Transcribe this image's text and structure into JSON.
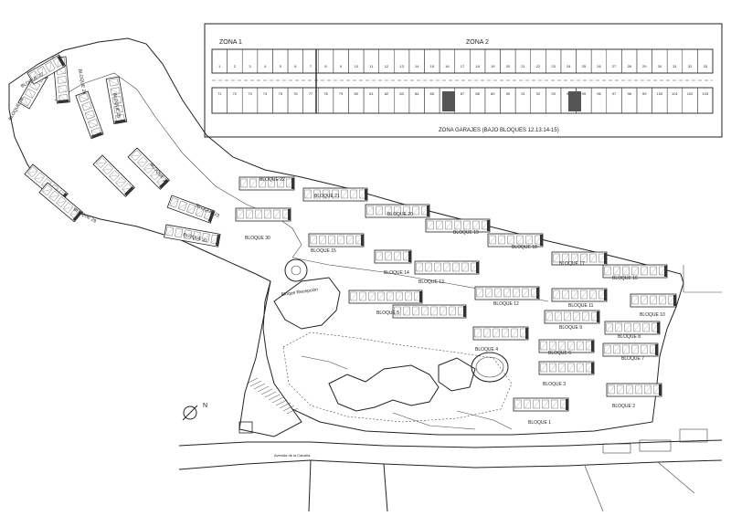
{
  "garage_plan": {
    "zone1": "ZONA 1",
    "zone2": "ZONA 2",
    "caption": "ZONA GARAJES (BAJO BLOQUES 12.13.14-15)",
    "top_numbers": [
      "1",
      "2",
      "3",
      "4",
      "5",
      "6",
      "7",
      "8",
      "9",
      "10",
      "11",
      "12",
      "13",
      "14",
      "15",
      "16",
      "17",
      "18",
      "19",
      "20",
      "21",
      "22",
      "23",
      "24",
      "25",
      "26",
      "27",
      "28",
      "29",
      "30",
      "31",
      "32",
      "33"
    ],
    "bottom_numbers": [
      "71",
      "72",
      "73",
      "74",
      "75",
      "76",
      "77",
      "78",
      "79",
      "80",
      "81",
      "82",
      "83",
      "84",
      "85",
      "86",
      "87",
      "88",
      "89",
      "90",
      "91",
      "92",
      "93",
      "94",
      "95",
      "96",
      "97",
      "98",
      "99",
      "100",
      "101",
      "102",
      "103"
    ]
  },
  "blocks": {
    "b1": "BLOQUE 1",
    "b2": "BLOQUE 2",
    "b3": "BLOQUE 3",
    "b4": "BLOQUE 4",
    "b5": "BLOQUE 5",
    "b6": "BLOQUE 6",
    "b7": "BLOQUE 7",
    "b8": "BLOQUE 8",
    "b9": "BLOQUE 9",
    "b10": "BLOQUE 10",
    "b11": "BLOQUE 11",
    "b12": "BLOQUE 12",
    "b13": "BLOQUE 13",
    "b14": "BLOQUE 14",
    "b15": "BLOQUE 15",
    "b16": "BLOQUE 16",
    "b17": "BLOQUE 17",
    "b18": "BLOQUE 18",
    "b19": "BLOQUE 19",
    "b20": "BLOQUE 20",
    "b21": "BLOQUE 21",
    "b22": "BLOQUE 22",
    "b23": "BLOQUE 23",
    "b24": "BLOQUE 24",
    "b25": "BLOQUE 25",
    "b26": "BLOQUE 26",
    "b27": "BLOQUE 27",
    "b28": "BLOQUE 28",
    "b29": "BLOQUE 29",
    "b30": "BLOQUE 30",
    "b31": "BLOQUE 31",
    "reception": "Bloque Recepción"
  },
  "road": {
    "street": "Avenida de la Cabaña"
  },
  "compass": {
    "north": "N"
  }
}
